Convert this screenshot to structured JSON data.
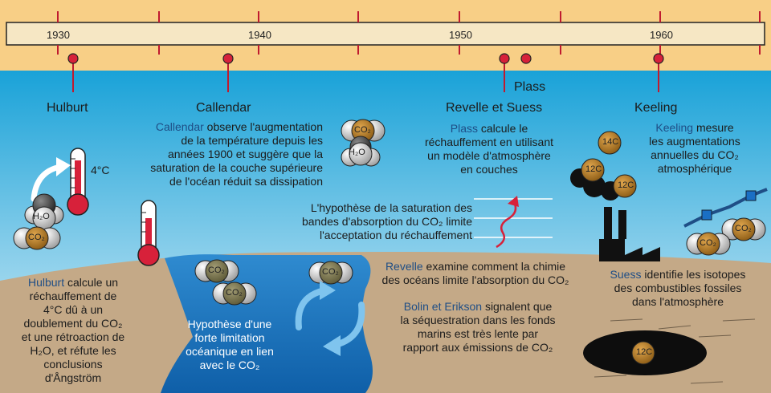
{
  "timeline": {
    "years": [
      "1930",
      "1940",
      "1950",
      "1960"
    ]
  },
  "scientists": {
    "hulburt": "Hulburt",
    "callendar": "Callendar",
    "revelle_suess": "Revelle et Suess",
    "plass": "Plass",
    "keeling": "Keeling"
  },
  "notes": {
    "callendar": {
      "name": "Callendar",
      "l1": "observe l'augmentation",
      "l2": "de la température depuis les",
      "l3": "années 1900 et suggère que la",
      "l4": "saturation de la couche supérieure",
      "l5": "de l'océan réduit sa dissipation"
    },
    "plass": {
      "name": "Plass",
      "l1": "calcule le",
      "l2": "réchauffement en utilisant",
      "l3": "un modèle d'atmosphère",
      "l4": "en couches"
    },
    "keeling": {
      "name": "Keeling",
      "l1": "mesure",
      "l2": "les augmentations",
      "l3": "annuelles du CO₂",
      "l4": "atmosphérique"
    },
    "saturation": {
      "l1": "L'hypothèse de la saturation des",
      "l2": "bandes d'absorption du CO₂ limite",
      "l3": "l'acceptation du réchauffement"
    },
    "revelle": {
      "name": "Revelle",
      "l1": "examine comment la chimie",
      "l2": "des océans limite l'absorption du CO₂"
    },
    "bolin": {
      "name": "Bolin et Erikson",
      "l1": "signalent que",
      "l2": "la séquestration dans les fonds",
      "l3": "marins est très lente par",
      "l4": "rapport aux émissions de CO₂"
    },
    "suess": {
      "name": "Suess",
      "l1": "identifie les isotopes",
      "l2": "des combustibles fossiles",
      "l3": "dans l'atmosphère"
    },
    "hulburt": {
      "name": "Hulburt",
      "l1": "calcule un",
      "l2": "réchauffement de",
      "l3": "4°C dû à un",
      "l4": "doublement du CO₂",
      "l5": "et une rétroaction de",
      "l6": "H₂O, et réfute les",
      "l7": "conclusions",
      "l8": "d'Ångström"
    },
    "ocean": {
      "l1": "Hypothèse d'une",
      "l2": "forte limitation",
      "l3": "océanique en lien",
      "l4": "avec le CO₂"
    }
  },
  "labels": {
    "temp": "4°C",
    "h2o": "H₂O",
    "co2": "CO₂",
    "c12": "12C",
    "c14": "14C",
    "c12_sup": "12",
    "c14_sup": "14",
    "c_letter": "C"
  },
  "colors": {
    "sky_top": "#19a2d8",
    "sky_bottom": "#c5e8f5",
    "ground": "#c4a987",
    "ocean": "#1574bf",
    "timeline_bar": "#f6e7c4",
    "timeline_bg": "#f8cf86",
    "marker": "#d7213a",
    "name_blue": "#1f4e86"
  }
}
